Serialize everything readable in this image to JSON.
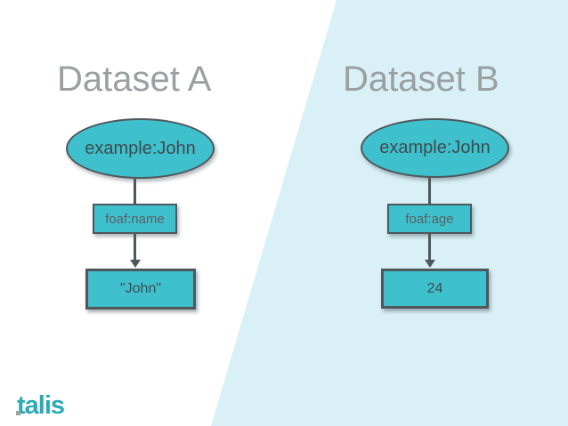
{
  "slide": {
    "panels": [
      {
        "title": "Dataset A",
        "node": "example:John",
        "predicate": "foaf:name",
        "value": "\"John\""
      },
      {
        "title": "Dataset B",
        "node": "example:John",
        "predicate": "foaf:age",
        "value": "24"
      }
    ],
    "logo": "talis",
    "colors": {
      "node_fill": "#3fc0cd",
      "node_border": "#4e575b",
      "background_left": "#ffffff",
      "background_right": "#d9f1f6",
      "heading_text": "#9aa0a2",
      "logo_teal": "#2ba9b7"
    }
  }
}
